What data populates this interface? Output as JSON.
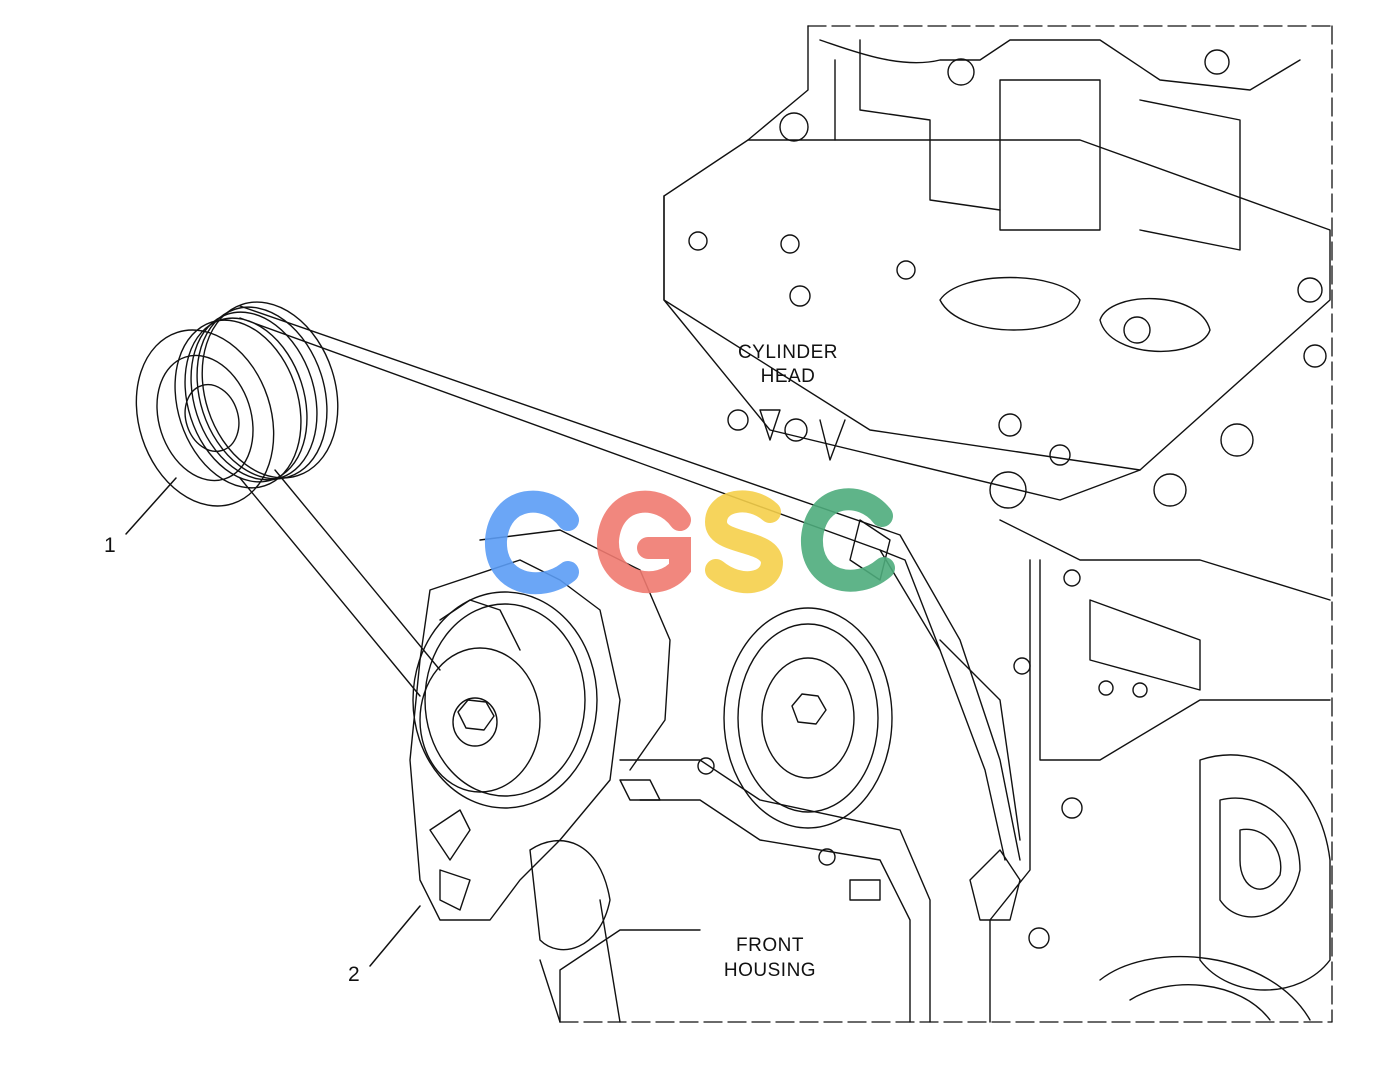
{
  "labels": {
    "cylinder_head": [
      "CYLINDER",
      "HEAD"
    ],
    "front_housing": [
      "FRONT",
      "HOUSING"
    ]
  },
  "callouts": [
    "1",
    "2"
  ],
  "watermark": {
    "text": "CGSC",
    "colors": [
      "#5b9cf5",
      "#f07a70",
      "#f5cf4a",
      "#4eac7c"
    ]
  },
  "colors": {
    "line": "#111111",
    "background": "#ffffff"
  }
}
